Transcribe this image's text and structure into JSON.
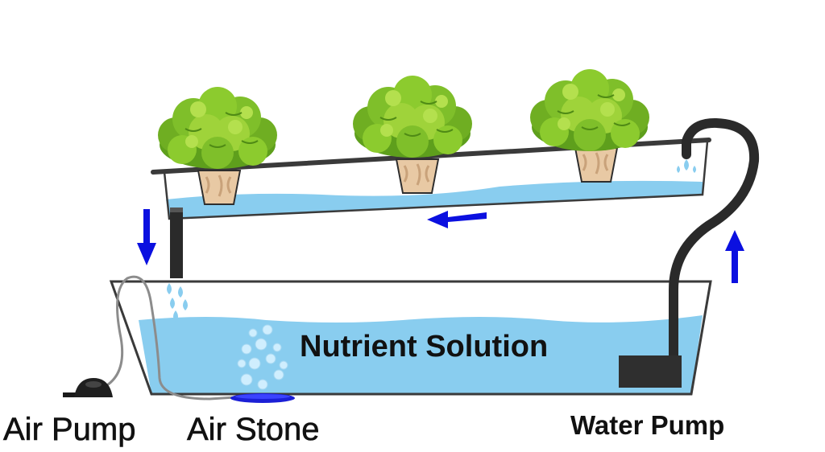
{
  "labels": {
    "nutrient_solution": "Nutrient Solution",
    "air_pump": "Air Pump",
    "air_stone": "Air Stone",
    "water_pump": "Water Pump"
  },
  "colors": {
    "water": "#89cdef",
    "arrow": "#0b10e0",
    "outline": "#3a3a3a",
    "hose": "#2a2a2a",
    "air_tube": "#8c8c8c",
    "leaf_dark": "#5e9f1c",
    "leaf_light": "#9fd33a",
    "root": "#e8c9a4",
    "bubble": "#cfeefe"
  },
  "icons": [
    "lettuce-plant-icon",
    "net-pot-icon",
    "air-pump-icon",
    "air-stone-icon",
    "water-pump-icon",
    "flow-arrow-icon",
    "water-droplet-icon",
    "air-bubble-icon"
  ]
}
